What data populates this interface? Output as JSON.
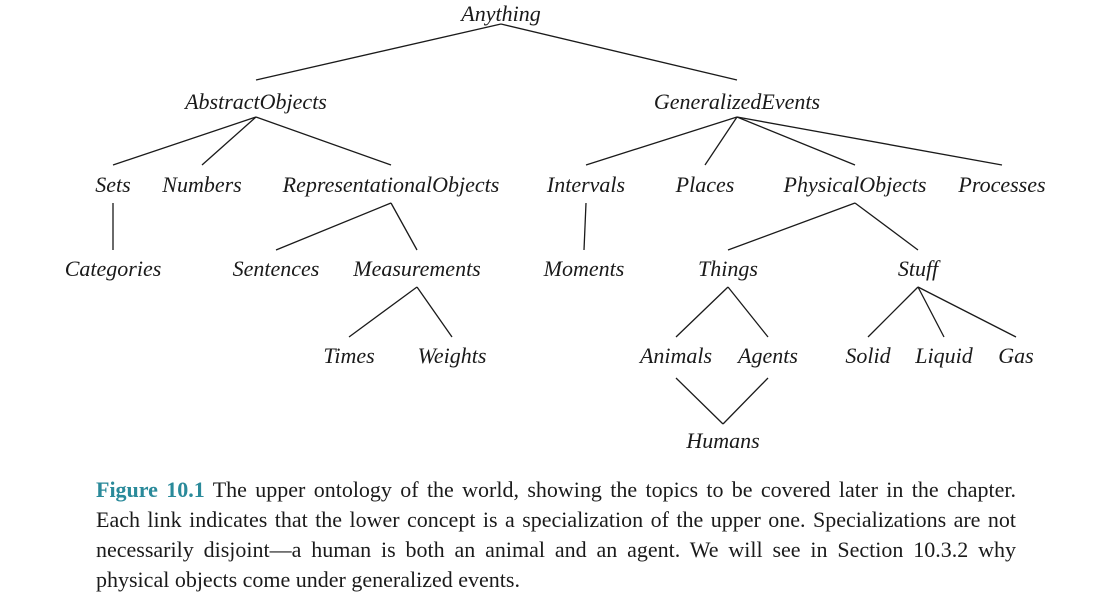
{
  "diagram": {
    "nodes": [
      {
        "id": "anything",
        "label": "Anything"
      },
      {
        "id": "abstract",
        "label": "AbstractObjects"
      },
      {
        "id": "genevents",
        "label": "GeneralizedEvents"
      },
      {
        "id": "sets",
        "label": "Sets"
      },
      {
        "id": "numbers",
        "label": "Numbers"
      },
      {
        "id": "repobj",
        "label": "RepresentationalObjects"
      },
      {
        "id": "intervals",
        "label": "Intervals"
      },
      {
        "id": "places",
        "label": "Places"
      },
      {
        "id": "physobj",
        "label": "PhysicalObjects"
      },
      {
        "id": "processes",
        "label": "Processes"
      },
      {
        "id": "categories",
        "label": "Categories"
      },
      {
        "id": "sentences",
        "label": "Sentences"
      },
      {
        "id": "measurements",
        "label": "Measurements"
      },
      {
        "id": "moments",
        "label": "Moments"
      },
      {
        "id": "things",
        "label": "Things"
      },
      {
        "id": "stuff",
        "label": "Stuff"
      },
      {
        "id": "times",
        "label": "Times"
      },
      {
        "id": "weights",
        "label": "Weights"
      },
      {
        "id": "animals",
        "label": "Animals"
      },
      {
        "id": "agents",
        "label": "Agents"
      },
      {
        "id": "solid",
        "label": "Solid"
      },
      {
        "id": "liquid",
        "label": "Liquid"
      },
      {
        "id": "gas",
        "label": "Gas"
      },
      {
        "id": "humans",
        "label": "Humans"
      }
    ],
    "edges": [
      [
        "anything",
        "abstract"
      ],
      [
        "anything",
        "genevents"
      ],
      [
        "abstract",
        "sets"
      ],
      [
        "abstract",
        "numbers"
      ],
      [
        "abstract",
        "repobj"
      ],
      [
        "genevents",
        "intervals"
      ],
      [
        "genevents",
        "places"
      ],
      [
        "genevents",
        "physobj"
      ],
      [
        "genevents",
        "processes"
      ],
      [
        "sets",
        "categories"
      ],
      [
        "repobj",
        "sentences"
      ],
      [
        "repobj",
        "measurements"
      ],
      [
        "intervals",
        "moments"
      ],
      [
        "physobj",
        "things"
      ],
      [
        "physobj",
        "stuff"
      ],
      [
        "measurements",
        "times"
      ],
      [
        "measurements",
        "weights"
      ],
      [
        "things",
        "animals"
      ],
      [
        "things",
        "agents"
      ],
      [
        "stuff",
        "solid"
      ],
      [
        "stuff",
        "liquid"
      ],
      [
        "stuff",
        "gas"
      ],
      [
        "animals",
        "humans"
      ],
      [
        "agents",
        "humans"
      ]
    ]
  },
  "caption": {
    "label": "Figure 10.1",
    "text": "The upper ontology of the world, showing the topics to be covered later in the chapter. Each link indicates that the lower concept is a specialization of the upper one. Specializations are not necessarily disjoint—a human is both an animal and an agent. We will see in Section 10.3.2 why physical objects come under generalized events."
  }
}
